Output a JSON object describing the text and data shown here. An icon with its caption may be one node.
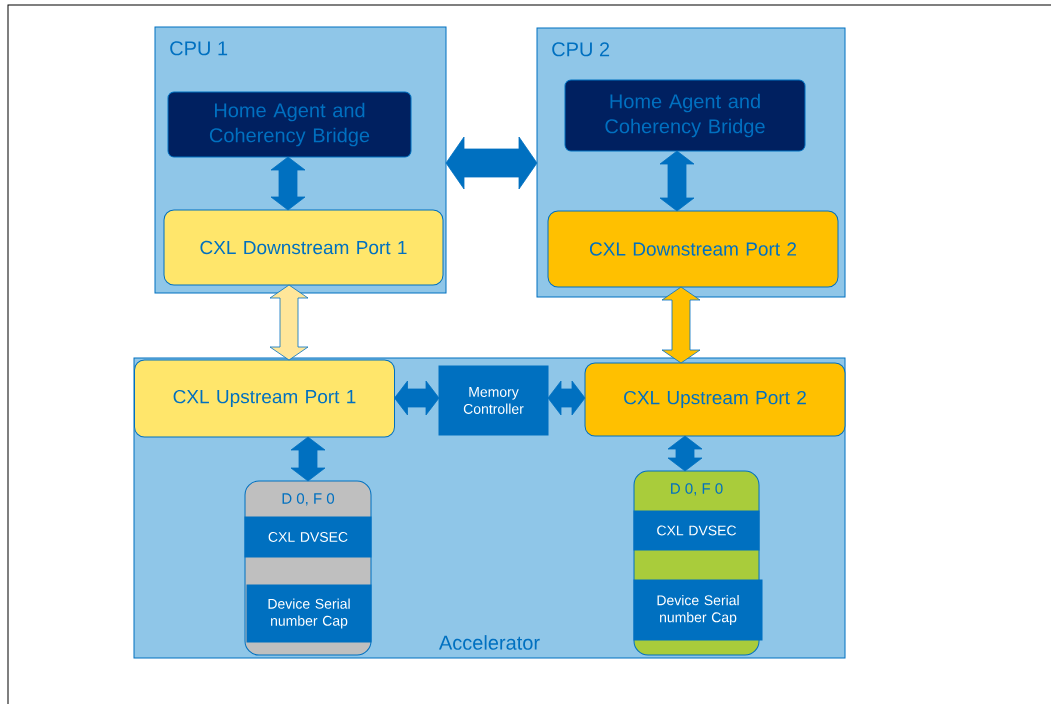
{
  "diagram": {
    "nodes": [
      {
        "text": [
          "CPU 1"
        ]
      },
      {
        "text": [
          "Home Agent and Coherency Bridge"
        ],
        "in": 0
      },
      {
        "text": [
          "CXL Downstream Port 1"
        ],
        "in": 0
      },
      {
        "text": [
          "CPU 2"
        ]
      },
      {
        "text": [
          "Home Agent and Coherency Bridge"
        ],
        "in": 3
      },
      {
        "text": [
          "CXL Downstream Port 2"
        ],
        "in": 3
      },
      {
        "text": [
          "Accelerator"
        ]
      },
      {
        "text": [
          "CXL Upstream Port 1"
        ],
        "in": 6
      },
      {
        "text": [
          "Memory Controller"
        ],
        "in": 6
      },
      {
        "text": [
          "CXL Upstream Port 2"
        ],
        "in": 6
      },
      {
        "text": [
          "D 0, F 0"
        ],
        "in": 6
      },
      {
        "text": [
          "CXL DVSEC"
        ],
        "in": 10
      },
      {
        "text": [
          "Device Serial number Cap"
        ],
        "in": 10
      },
      {
        "text": [
          "D 0, F 0"
        ],
        "in": 6
      },
      {
        "text": [
          "CXL DVSEC"
        ],
        "in": 13
      },
      {
        "text": [
          "Device Serial number Cap"
        ],
        "in": 13
      }
    ],
    "edges": [
      {
        "from": 0,
        "to": 3,
        "arrow": "both"
      },
      {
        "from": 1,
        "to": 2,
        "arrow": "both"
      },
      {
        "from": 4,
        "to": 5,
        "arrow": "both"
      },
      {
        "from": 2,
        "to": 7,
        "arrow": "both",
        "color": "#ffe699"
      },
      {
        "from": 5,
        "to": 9,
        "arrow": "both",
        "color": "#ffc000"
      },
      {
        "from": 7,
        "to": 8,
        "arrow": "both"
      },
      {
        "from": 8,
        "to": 9,
        "arrow": "both"
      },
      {
        "from": 7,
        "to": 10,
        "arrow": "both"
      },
      {
        "from": 9,
        "to": 13,
        "arrow": "both"
      }
    ]
  }
}
